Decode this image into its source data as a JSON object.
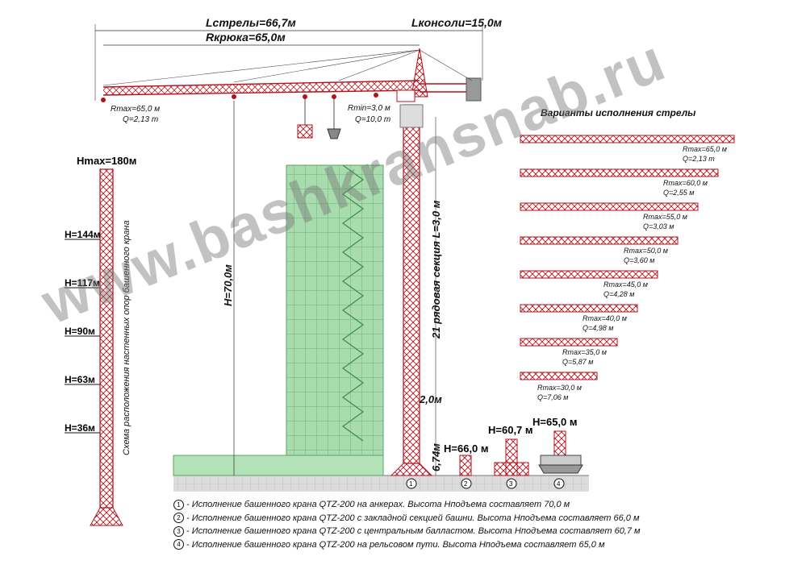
{
  "dimensions": {
    "jib_length": "Lстрелы=66,7м",
    "hook_radius": "Rкрюка=65,0м",
    "counterjib_length": "Lконсоли=15,0м"
  },
  "jib_loads": {
    "rmax": "Rmax=65,0 м",
    "q_at_rmax": "Q=2,13 т",
    "rmin": "Rmin=3,0 м",
    "q_at_rmin": "Q=10,0 т"
  },
  "anchor_scheme": {
    "hmax": "Hmax=180м",
    "levels": [
      "H=144м",
      "H=117м",
      "H=90м",
      "H=63м",
      "H=36м"
    ],
    "caption": "Схема расположения настенных опор башенного крана"
  },
  "tower": {
    "height": "H=70,0м",
    "sections": "21 рядовая секция L=3,0 м",
    "top_section": "2,0м",
    "base_section": "6,74м"
  },
  "variants": [
    {
      "num": "1"
    },
    {
      "num": "2",
      "height": "H=66,0 м"
    },
    {
      "num": "3",
      "height": "H=60,7 м"
    },
    {
      "num": "4",
      "height": "H=65,0 м"
    }
  ],
  "jib_options": {
    "title": "Варианты исполнения стрелы",
    "items": [
      {
        "r": "Rmax=65,0 м",
        "q": "Q=2,13 т"
      },
      {
        "r": "Rmax=60,0 м",
        "q": "Q=2,55 м"
      },
      {
        "r": "Rmax=55,0 м",
        "q": "Q=3,03 м"
      },
      {
        "r": "Rmax=50,0 м",
        "q": "Q=3,60 м"
      },
      {
        "r": "Rmax=45,0 м",
        "q": "Q=4,28 м"
      },
      {
        "r": "Rmax=40,0 м",
        "q": "Q=4,98 м"
      },
      {
        "r": "Rmax=35,0 м",
        "q": "Q=5,87 м"
      },
      {
        "r": "Rmax=30,0 м",
        "q": "Q=7,06 м"
      }
    ]
  },
  "legend": [
    {
      "num": "1",
      "text": "- Исполнение башенного крана QTZ-200 на анкерах. Высота Hподъема составляет 70,0 м"
    },
    {
      "num": "2",
      "text": "- Исполнение башенного крана QTZ-200 с закладной секцией башни. Высота Hподъема составляет  66,0 м"
    },
    {
      "num": "3",
      "text": "- Исполнение башенного крана QTZ-200 с центральным балластом.  Высота Hподъема составляет  60,7 м"
    },
    {
      "num": "4",
      "text": "- Исполнение башенного крана QTZ-200 на рельсовом пути.  Высота Hподъема составляет  65,0 м"
    }
  ],
  "watermark": "www.bashkransnab.ru",
  "colors": {
    "structure": "#b3121b",
    "building": "#9fd6a6",
    "building_line": "#5aa463",
    "ground": "#d9d9d9"
  }
}
